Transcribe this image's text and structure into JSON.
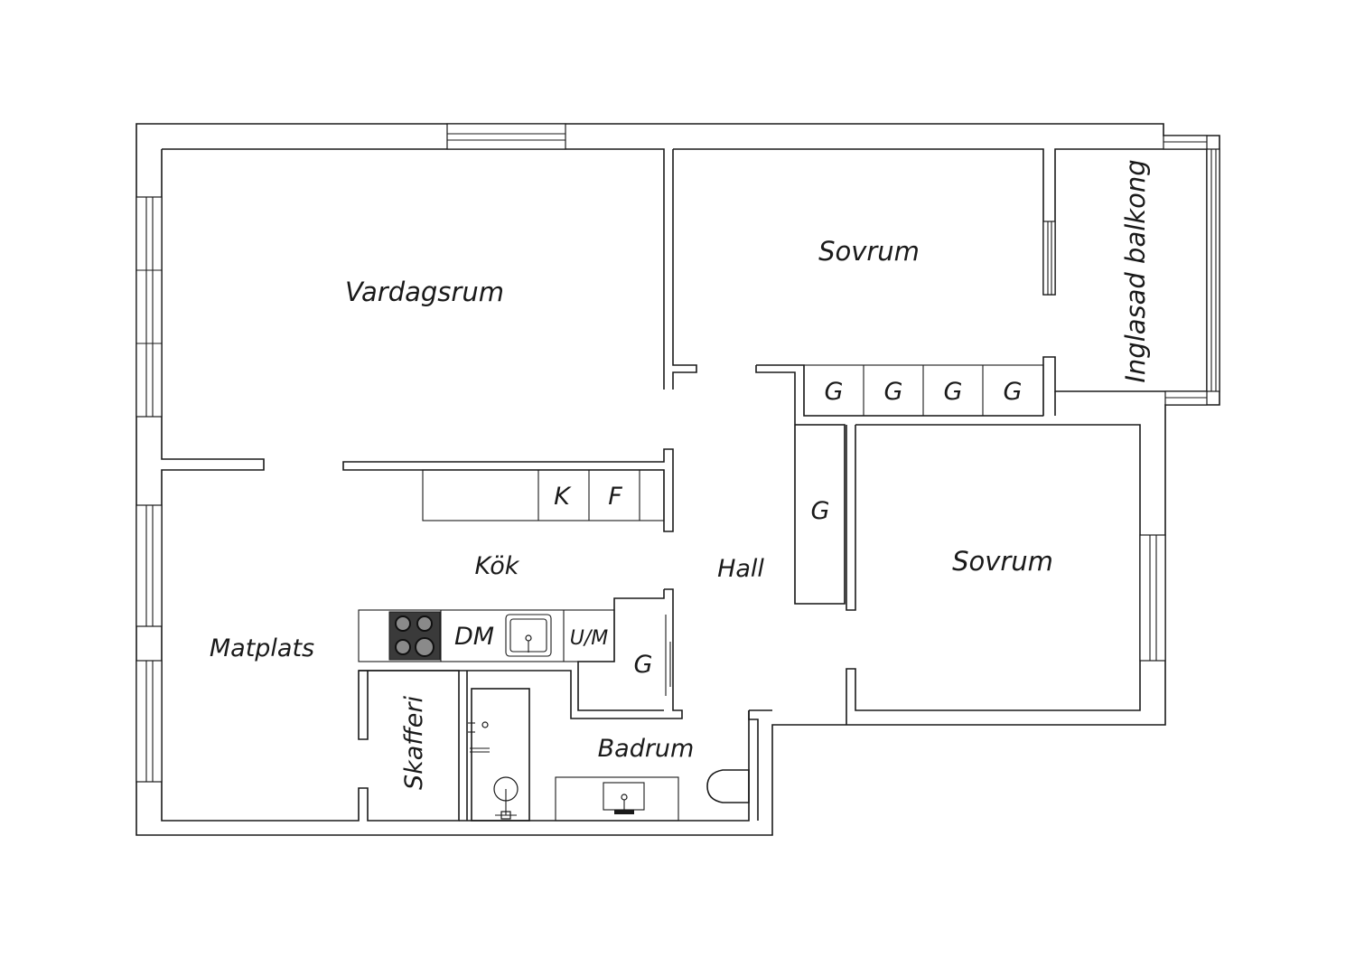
{
  "rooms": {
    "vardagsrum": "Vardagsrum",
    "sovrum_top": "Sovrum",
    "inglasad_balkong": "Inglasad balkong",
    "sovrum_right": "Sovrum",
    "kok": "Kök",
    "hall": "Hall",
    "matplats": "Matplats",
    "skafferi": "Skafferi",
    "badrum": "Badrum"
  },
  "fixtures": {
    "wardrobe_1": "G",
    "wardrobe_2": "G",
    "wardrobe_3": "G",
    "wardrobe_4": "G",
    "wardrobe_hall": "G",
    "wardrobe_small": "G",
    "freezer": "K",
    "fridge": "F",
    "dishwasher": "DM",
    "oven_microwave": "U/M"
  },
  "colors": {
    "line": "#1a1a1a",
    "background": "#ffffff",
    "stove": "#3a3a3a"
  }
}
